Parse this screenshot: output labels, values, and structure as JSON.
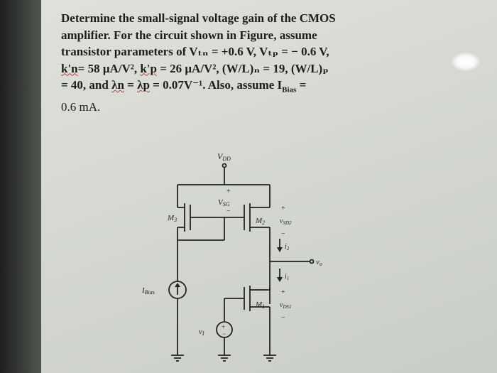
{
  "problem": {
    "line1": "Determine the small-signal voltage gain of the CMOS",
    "line2": "amplifier. For the circuit shown in Figure, assume",
    "line3": "transistor parameters of Vₜₙ = +0.6 V, Vₜₚ = − 0.6 V,",
    "line4a": "k'n",
    "line4b": "= 58 μA/V², ",
    "line4c": "k'p",
    "line4d": " = 26 μA/V², (W/L)ₙ = 19, (W/L)ₚ",
    "line5a": "= 40, and ",
    "line5b": "λn",
    "line5c": " = ",
    "line5d": "λp",
    "line5e": " = 0.07V⁻¹. Also, assume I",
    "line5f": "Bias",
    "line5g": " =",
    "line6": "0.6 mA."
  },
  "circuit": {
    "vdd_label": "V",
    "vdd_sub": "DD",
    "plus": "+",
    "minus": "−",
    "vsg_label": "V",
    "vsg_sub": "SG",
    "m3_label": "M",
    "m3_sub": "3",
    "m2_label": "M",
    "m2_sub": "2",
    "vsd2_label": "v",
    "vsd2_sub": "SD2",
    "i2_label": "i",
    "i2_sub": "2",
    "vo_label": "v",
    "vo_sub": "o",
    "i1_label": "i",
    "i1_sub": "1",
    "m1_label": "M",
    "m1_sub": "1",
    "vds1_label": "v",
    "vds1_sub": "DS1",
    "ibias_label": "I",
    "ibias_sub": "Bias",
    "vi_label": "v",
    "vi_sub": "I",
    "src_plus": "+",
    "src_minus": "−"
  }
}
